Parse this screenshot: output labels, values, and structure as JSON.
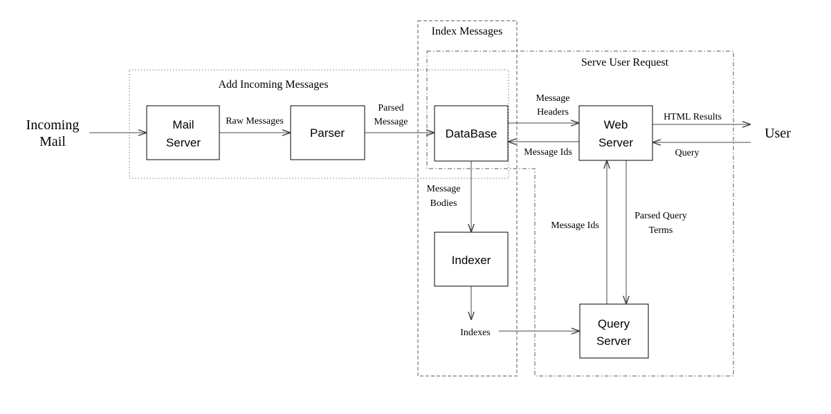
{
  "regions": {
    "add_incoming": "Add Incoming Messages",
    "index_messages": "Index Messages",
    "serve_user": "Serve User Request"
  },
  "nodes": {
    "mail_server": [
      "Mail",
      "Server"
    ],
    "parser": [
      "Parser"
    ],
    "database": [
      "DataBase"
    ],
    "web_server": [
      "Web",
      "Server"
    ],
    "indexer": [
      "Indexer"
    ],
    "query_server": [
      "Query",
      "Server"
    ]
  },
  "external": {
    "incoming_mail": [
      "Incoming",
      "Mail"
    ],
    "user": "User",
    "indexes": "Indexes"
  },
  "edges": {
    "raw_messages": "Raw Messages",
    "parsed_message": [
      "Parsed",
      "Message"
    ],
    "message_headers": [
      "Message",
      "Headers"
    ],
    "message_ids_db": "Message Ids",
    "html_results": "HTML Results",
    "query": "Query",
    "message_bodies": [
      "Message",
      "Bodies"
    ],
    "message_ids_qs": "Message Ids",
    "parsed_query_terms": [
      "Parsed Query",
      "Terms"
    ]
  }
}
